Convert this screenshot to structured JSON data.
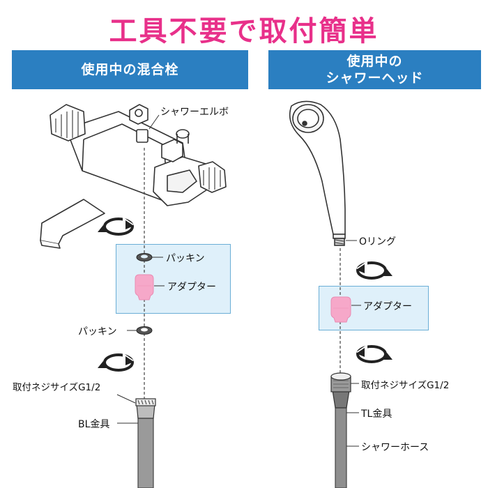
{
  "title": "工具不要で取付簡単",
  "left_banner": {
    "line1": "使用中の混合栓"
  },
  "right_banner": {
    "line1": "使用中の",
    "line2": "シャワーヘッド"
  },
  "labels": {
    "shower_elbow": "シャワーエルボ",
    "packing_top": "パッキン",
    "adapter_left": "アダプター",
    "packing_bottom": "パッキン",
    "thread_left": "取付ネジサイズG1/2",
    "bl_fitting": "BL金具",
    "o_ring": "Oリング",
    "adapter_right": "アダプター",
    "thread_right": "取付ネジサイズG1/2",
    "tl_fitting": "TL金具",
    "shower_hose": "シャワーホース"
  },
  "colors": {
    "title": "#e8308a",
    "banner": "#2b7fc1",
    "box_fill": "#dff0fa",
    "box_border": "#6aaed6",
    "adapter": "#f6a8c9",
    "hose": "#9a9a9a"
  },
  "icons": [
    "rotate-arrow-icon"
  ]
}
